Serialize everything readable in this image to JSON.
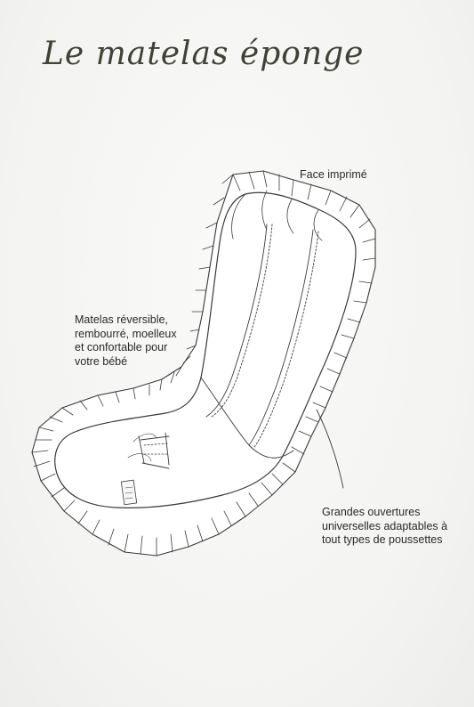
{
  "page": {
    "title": "Le matelas éponge"
  },
  "annotations": {
    "face": "Face imprimé",
    "matelas": [
      "Matelas réversible,",
      "rembourré, moelleux",
      "et confortable pour",
      "votre bébé"
    ],
    "ouvertures": [
      "Grandes ouvertures",
      "universelles adaptables à",
      "tout types de poussettes"
    ]
  },
  "colors": {
    "background": "#f4f4f2",
    "title": "#3f4336",
    "ink": "#3a3a3a"
  },
  "icons": {
    "illustration": "ruffled-seat-mattress-sketch",
    "tag": "brand-label-tag"
  }
}
